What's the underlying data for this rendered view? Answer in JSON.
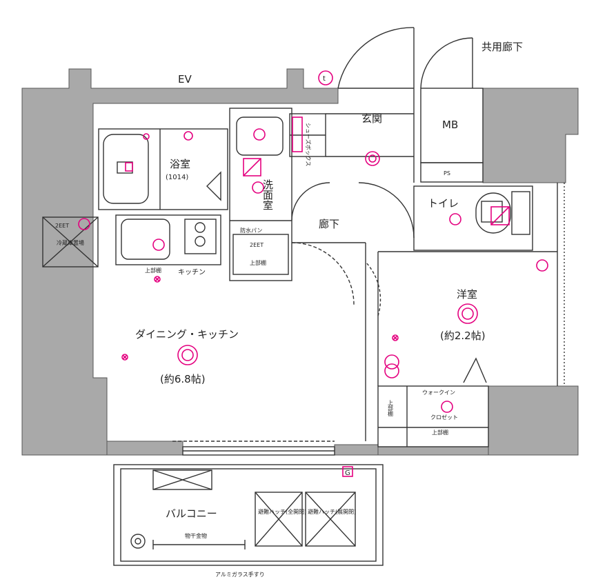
{
  "labels": {
    "corridor_common": "共用廊下",
    "ev": "EV",
    "entrance": "玄関",
    "mb": "MB",
    "ps": "PS",
    "shoes_box": "シューズボックス",
    "bathroom": "浴室",
    "bathroom_size": "(1014)",
    "washroom": "洗面室",
    "toilet": "トイレ",
    "hallway": "廊下",
    "waterproof_pan": "防水パン",
    "fridge": "冷蔵庫置場",
    "upper_shelf_kitchen": "上部棚",
    "upper_shelf_wash": "上部棚",
    "kitchen": "キッチン",
    "dining_kitchen": "ダイニング・キッチン",
    "dk_size": "(約6.8帖)",
    "western_room": "洋室",
    "western_size": "(約2.2帖)",
    "walkin_closet": "ウォークイン",
    "closet": "クロゼット",
    "upper_shelf_closet": "上部棚",
    "upper_shelf_left": "上部棚",
    "balcony": "バルコニー",
    "hatch_1": "避難ハッチ(全開閉)",
    "hatch_2": "避難ハッチ(展開閉)",
    "drying_rack": "物干金物",
    "glass_rail": "アルミガラス手すり",
    "t_mark": "t",
    "g_mark": "G",
    "feet_1": "2EET",
    "feet_2": "2EET"
  },
  "colors": {
    "wall": "#a9a9a9",
    "line": "#333333",
    "accent": "#e4007f"
  }
}
